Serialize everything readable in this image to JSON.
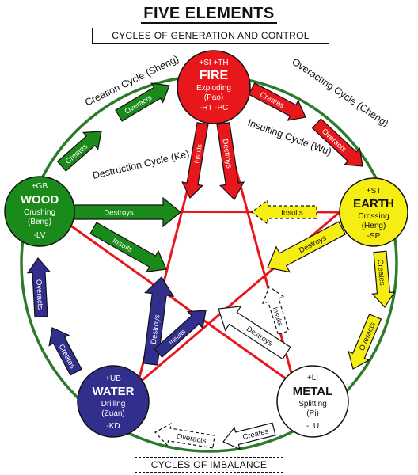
{
  "title": "FIVE ELEMENTS",
  "subtitle": "CYCLES OF GENERATION AND CONTROL",
  "footer": "CYCLES OF IMBALANCE",
  "colors": {
    "fire": "#e8171c",
    "earth": "#f6ee12",
    "metal": "#ffffff",
    "water": "#312e8c",
    "wood": "#1a8a1a",
    "ring": "#2d7a2d",
    "star": "#e8171c"
  },
  "cycle_labels": {
    "creation": "Creation Cycle (Sheng)",
    "destruction": "Destruction Cycle (Ke)",
    "overacting": "Overacting Cycle (Cheng)",
    "insulting": "Insulting Cycle (Wu)"
  },
  "elements": {
    "fire": {
      "top": "+SI  +TH",
      "name": "FIRE",
      "action": "Exploding",
      "pinyin": "(Pao)",
      "bottom": "-HT  -PC"
    },
    "earth": {
      "top": "+ST",
      "name": "EARTH",
      "action": "Crossing",
      "pinyin": "(Heng)",
      "bottom": "-SP"
    },
    "metal": {
      "top": "+LI",
      "name": "METAL",
      "action": "Splitting",
      "pinyin": "(Pi)",
      "bottom": "-LU"
    },
    "water": {
      "top": "+UB",
      "name": "WATER",
      "action": "Drilling",
      "pinyin": "(Zuan)",
      "bottom": "-KD"
    },
    "wood": {
      "top": "+GB",
      "name": "WOOD",
      "action": "Crushing",
      "pinyin": "(Beng)",
      "bottom": "-LV"
    }
  },
  "arrow_labels": {
    "creates": "Creates",
    "overacts": "Overacts",
    "destroys": "Destroys",
    "insults": "Insults"
  }
}
